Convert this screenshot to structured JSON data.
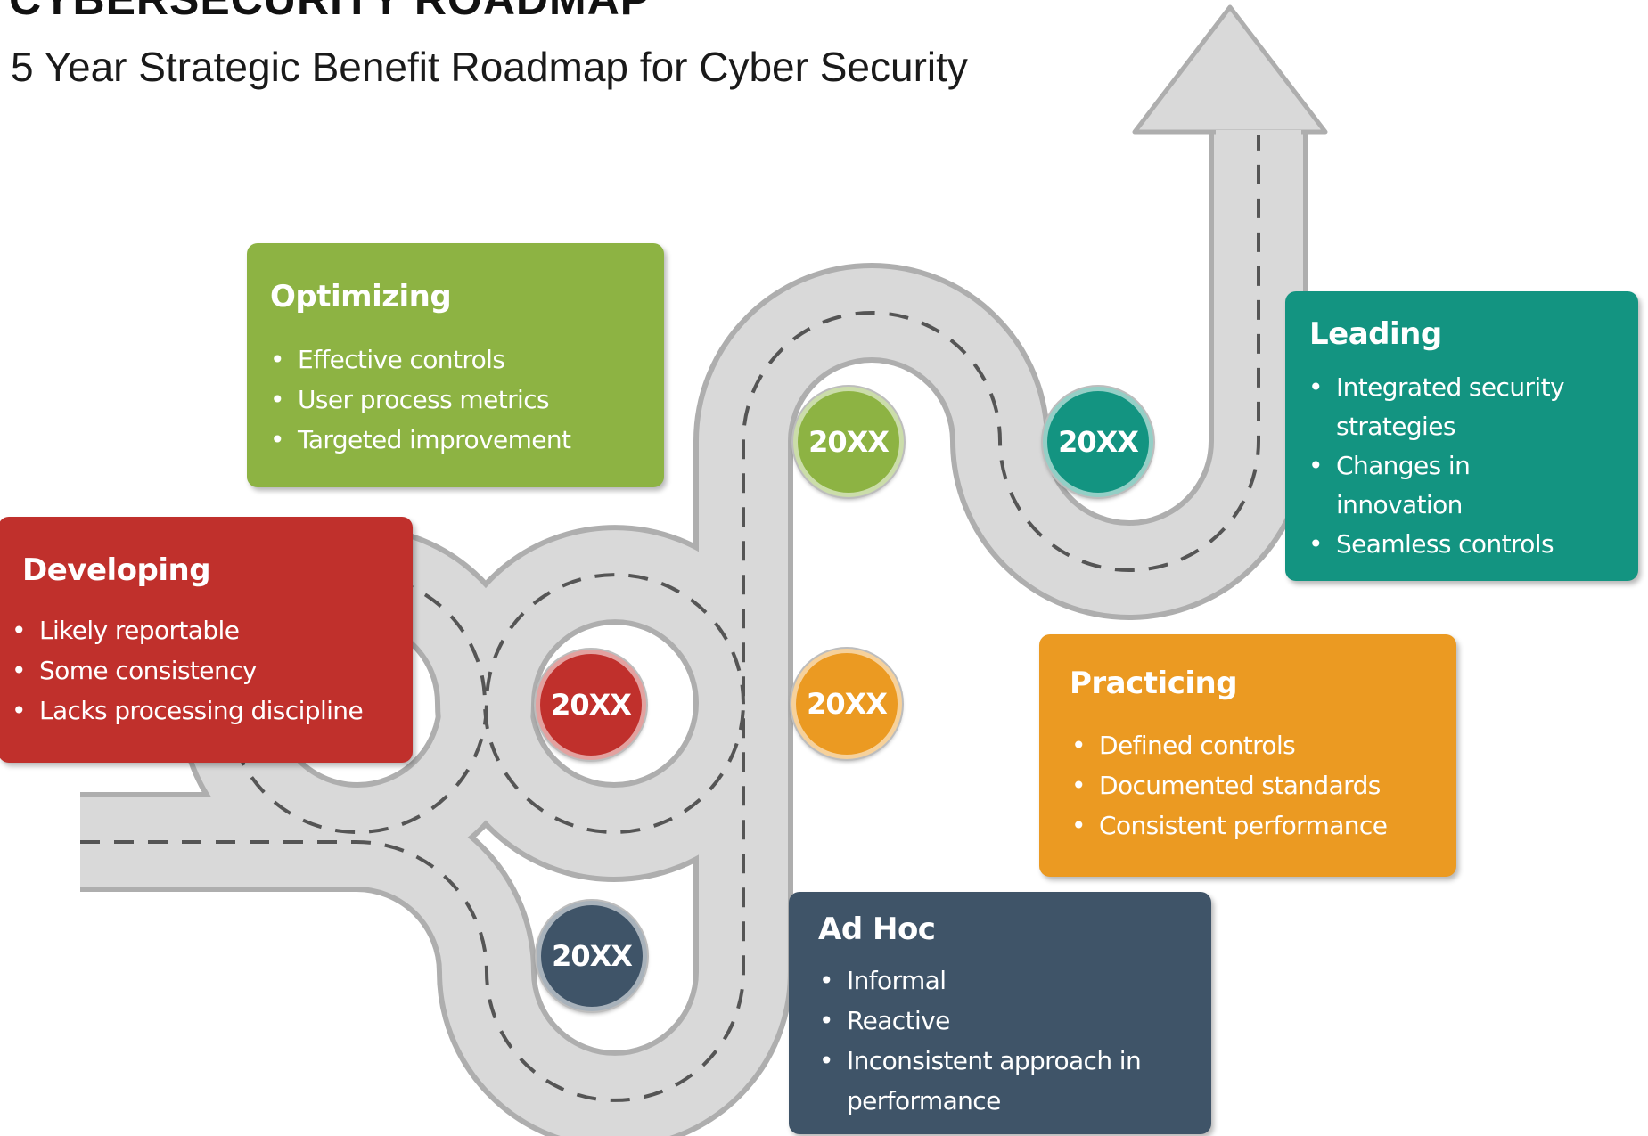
{
  "header": {
    "title": "CYBERSECURITY ROADMAP",
    "subtitle": "5 Year Strategic Benefit Roadmap for Cyber Security"
  },
  "colors": {
    "ad_hoc": "#3f5468",
    "developing": "#c0302c",
    "practicing": "#eb9a22",
    "optimizing": "#8db343",
    "leading": "#139481",
    "road": "#d9d9d9",
    "road_outline": "#aeaeae",
    "road_center_dash": "#555555"
  },
  "stages": {
    "ad_hoc": {
      "title": "Ad Hoc",
      "items": [
        "Informal",
        "Reactive",
        "Inconsistent approach in performance"
      ],
      "year": "20XX"
    },
    "developing": {
      "title": "Developing",
      "items": [
        "Likely reportable",
        "Some consistency",
        "Lacks processing discipline"
      ],
      "year": "20XX"
    },
    "practicing": {
      "title": "Practicing",
      "items": [
        "Defined controls",
        "Documented standards",
        "Consistent performance"
      ],
      "year": "20XX"
    },
    "optimizing": {
      "title": "Optimizing",
      "items": [
        "Effective controls",
        "User process metrics",
        "Targeted improvement"
      ],
      "year": "20XX"
    },
    "leading": {
      "title": "Leading",
      "items": [
        "Integrated security strategies",
        "Changes in innovation",
        "Seamless controls"
      ],
      "year": "20XX"
    }
  },
  "bullet_glyph": "•"
}
